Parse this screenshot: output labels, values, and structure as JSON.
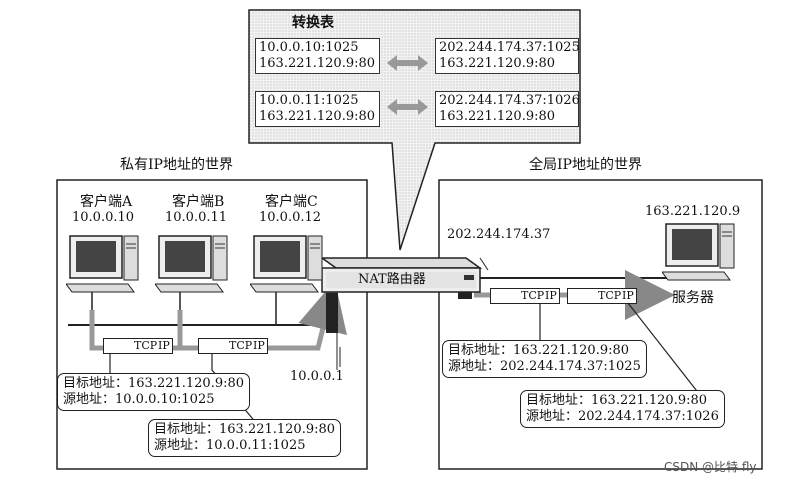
{
  "table": {
    "title": "转换表",
    "rows": [
      {
        "private": [
          "10.0.0.10:1025",
          "163.221.120.9:80"
        ],
        "public": [
          "202.244.174.37:1025",
          "163.221.120.9:80"
        ]
      },
      {
        "private": [
          "10.0.0.11:1025",
          "163.221.120.9:80"
        ],
        "public": [
          "202.244.174.37:1026",
          "163.221.120.9:80"
        ]
      }
    ]
  },
  "private_world": {
    "title": "私有IP地址的世界",
    "clients": [
      {
        "name": "客户端A",
        "ip": "10.0.0.10"
      },
      {
        "name": "客户端B",
        "ip": "10.0.0.11"
      },
      {
        "name": "客户端C",
        "ip": "10.0.0.12"
      }
    ],
    "router_inner_ip": "10.0.0.1",
    "annotations": [
      {
        "dst": "目标地址：163.221.120.9:80",
        "src": "源地址：10.0.0.10:1025"
      },
      {
        "dst": "目标地址：163.221.120.9:80",
        "src": "源地址：10.0.0.11:1025"
      }
    ]
  },
  "public_world": {
    "title": "全局IP地址的世界",
    "router_outer_ip": "202.244.174.37",
    "server_ip": "163.221.120.9",
    "server_label": "服务器",
    "annotations": [
      {
        "dst": "目标地址：163.221.120.9:80",
        "src": "源地址：202.244.174.37:1025"
      },
      {
        "dst": "目标地址：163.221.120.9:80",
        "src": "源地址：202.244.174.37:1026"
      }
    ]
  },
  "router": {
    "label": "NAT路由器"
  },
  "packet": {
    "tcp": "TCP",
    "ip": "IP"
  },
  "watermark": "CSDN @比特 fly"
}
